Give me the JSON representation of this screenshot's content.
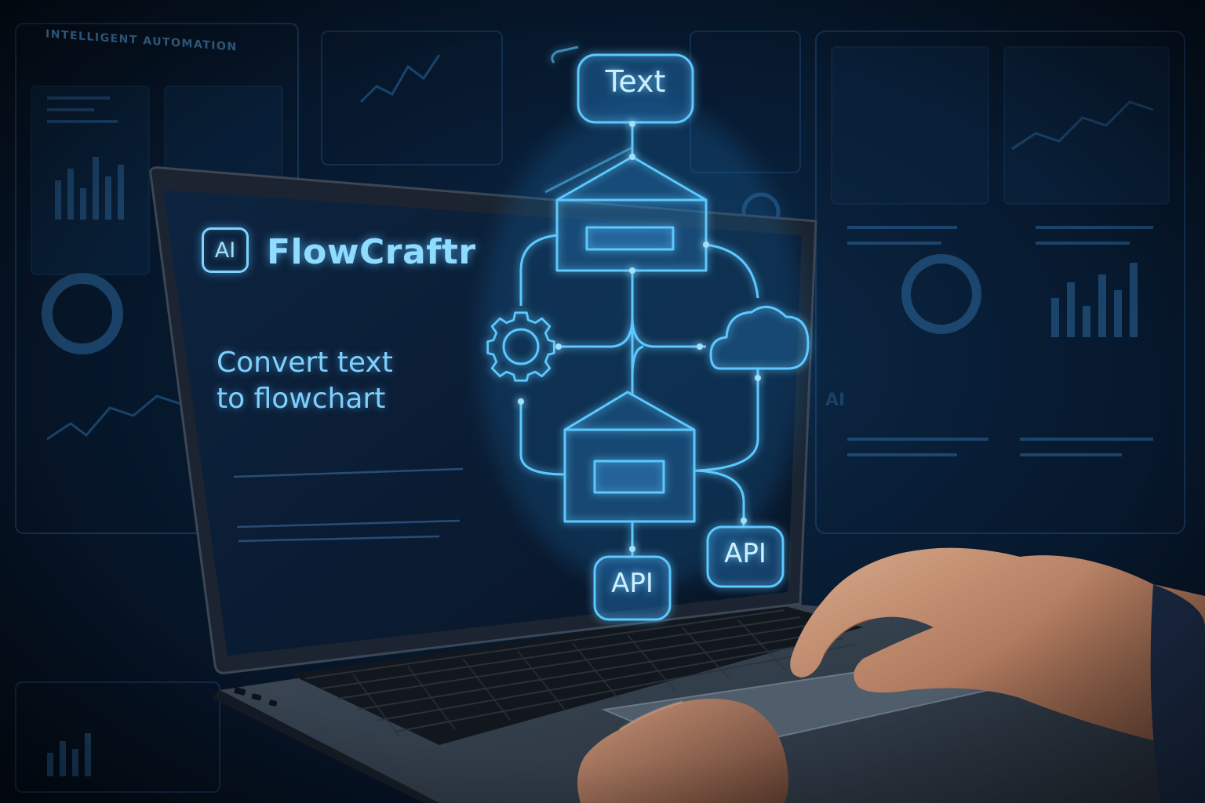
{
  "background": {
    "panel_label": "INTELLIGENT AUTOMATION",
    "side_text": "AI"
  },
  "screen": {
    "badge": "AI",
    "brand": "FlowCraftr",
    "tagline_line1": "Convert text",
    "tagline_line2": "to flowchart"
  },
  "flowchart": {
    "top_node": "Text",
    "api_node_left": "API",
    "api_node_right": "API"
  },
  "colors": {
    "glow": "#5cc8ff",
    "background": "#06162a",
    "text": "#8fdcff"
  }
}
